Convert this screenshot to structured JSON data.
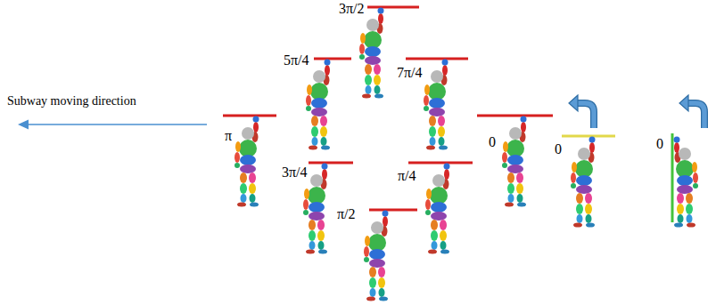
{
  "diagram": {
    "labels": [
      "Subway moving direction",
      "3π/2",
      "5π/4",
      "7π/4",
      "π",
      "0",
      "0",
      "0",
      "3π/4",
      "π/4",
      "π/2"
    ]
  }
}
